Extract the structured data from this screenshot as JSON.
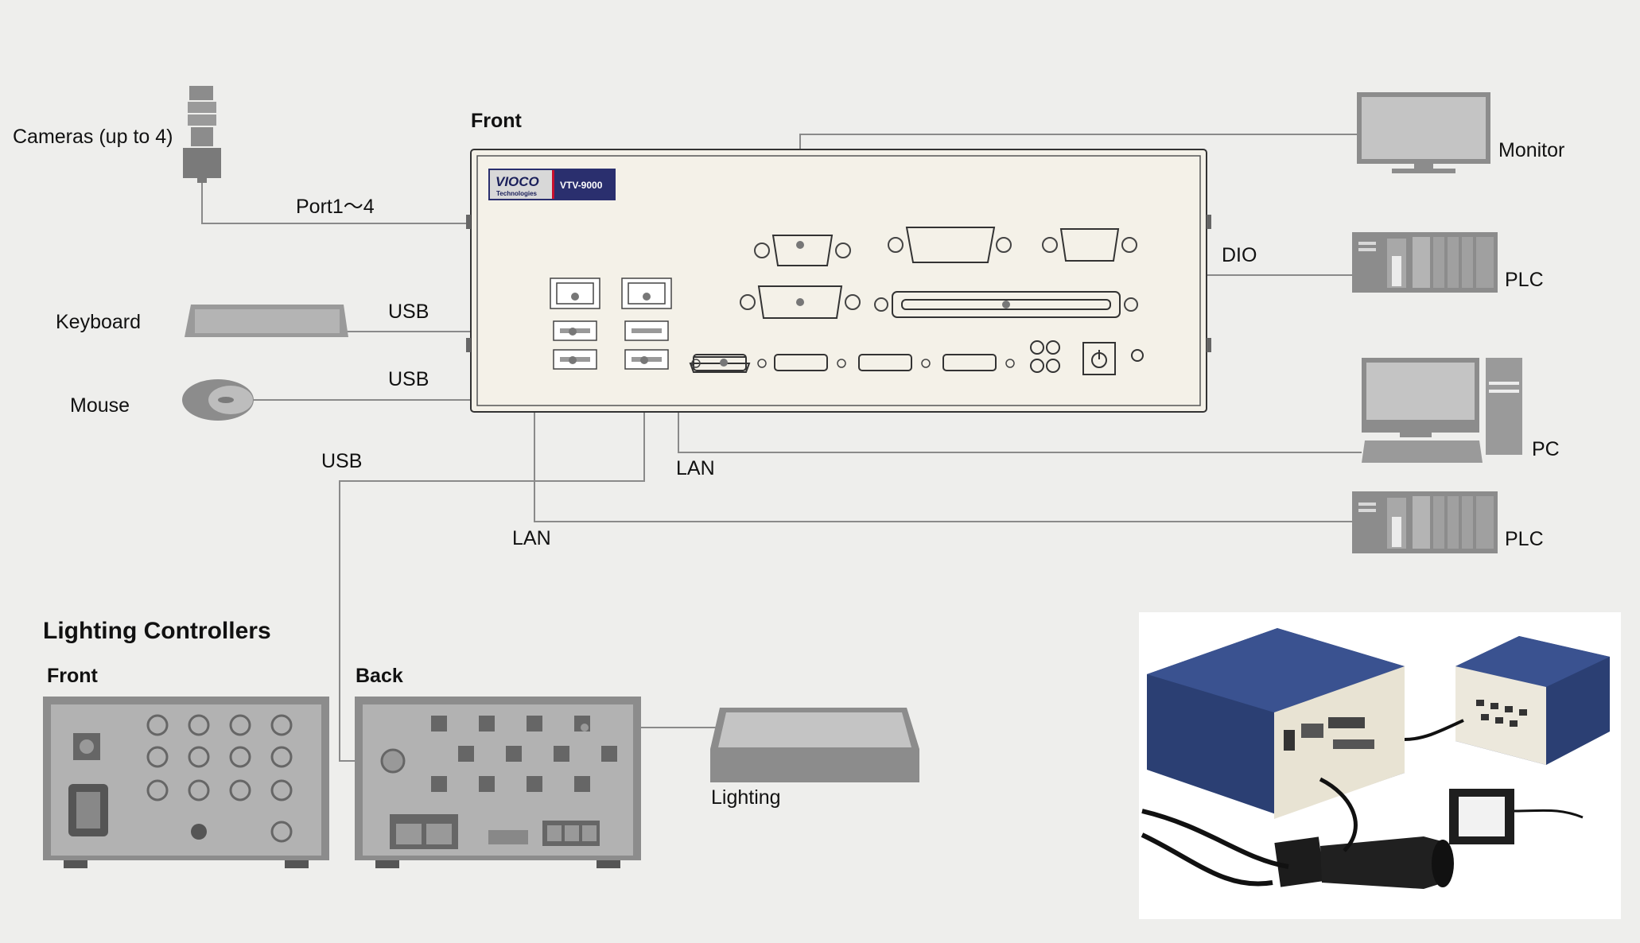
{
  "labels": {
    "cameras": "Cameras (up to 4)",
    "port": "Port1～4",
    "keyboard": "Keyboard",
    "usb_keyboard": "USB",
    "mouse": "Mouse",
    "usb_mouse": "USB",
    "usb_lighting": "USB",
    "front": "Front",
    "monitor": "Monitor",
    "dio": "DIO",
    "plc_top": "PLC",
    "pc": "PC",
    "lan_pc": "LAN",
    "lan_plc": "LAN",
    "plc_bottom": "PLC",
    "lighting_title": "Lighting Controllers",
    "lc_front": "Front",
    "lc_back": "Back",
    "lighting": "Lighting"
  },
  "device": {
    "brand": "VIOCO",
    "brand_sub": "Technologies",
    "model": "VTV-9000"
  },
  "colors": {
    "background": "#eeeeec",
    "wire": "#8a8a8a",
    "device_panel": "#f4f1e8",
    "device_gray": "#8c8c8c",
    "model_badge": "#2a2f6e"
  },
  "photo": {
    "description_icon": "system-photo"
  }
}
